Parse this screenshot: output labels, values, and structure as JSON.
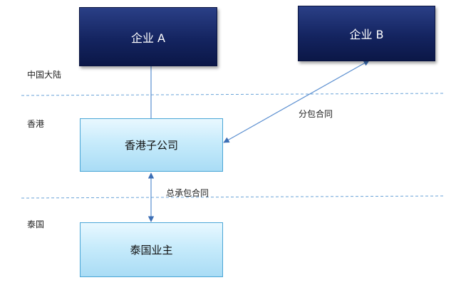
{
  "nodes": {
    "enterprise_a": "企业 A",
    "enterprise_b": "企业 B",
    "hk_subsidiary": "香港子公司",
    "thai_owner": "泰国业主"
  },
  "regions": {
    "mainland": "中国大陆",
    "hong_kong": "香港",
    "thailand": "泰国"
  },
  "edges": {
    "subcontract": "分包合同",
    "general_contract": "总承包合同"
  },
  "colors": {
    "dark_box": "#142460",
    "light_box": "#c7ebfb",
    "connector": "#5b8fd0",
    "divider": "#6aa3d8"
  }
}
